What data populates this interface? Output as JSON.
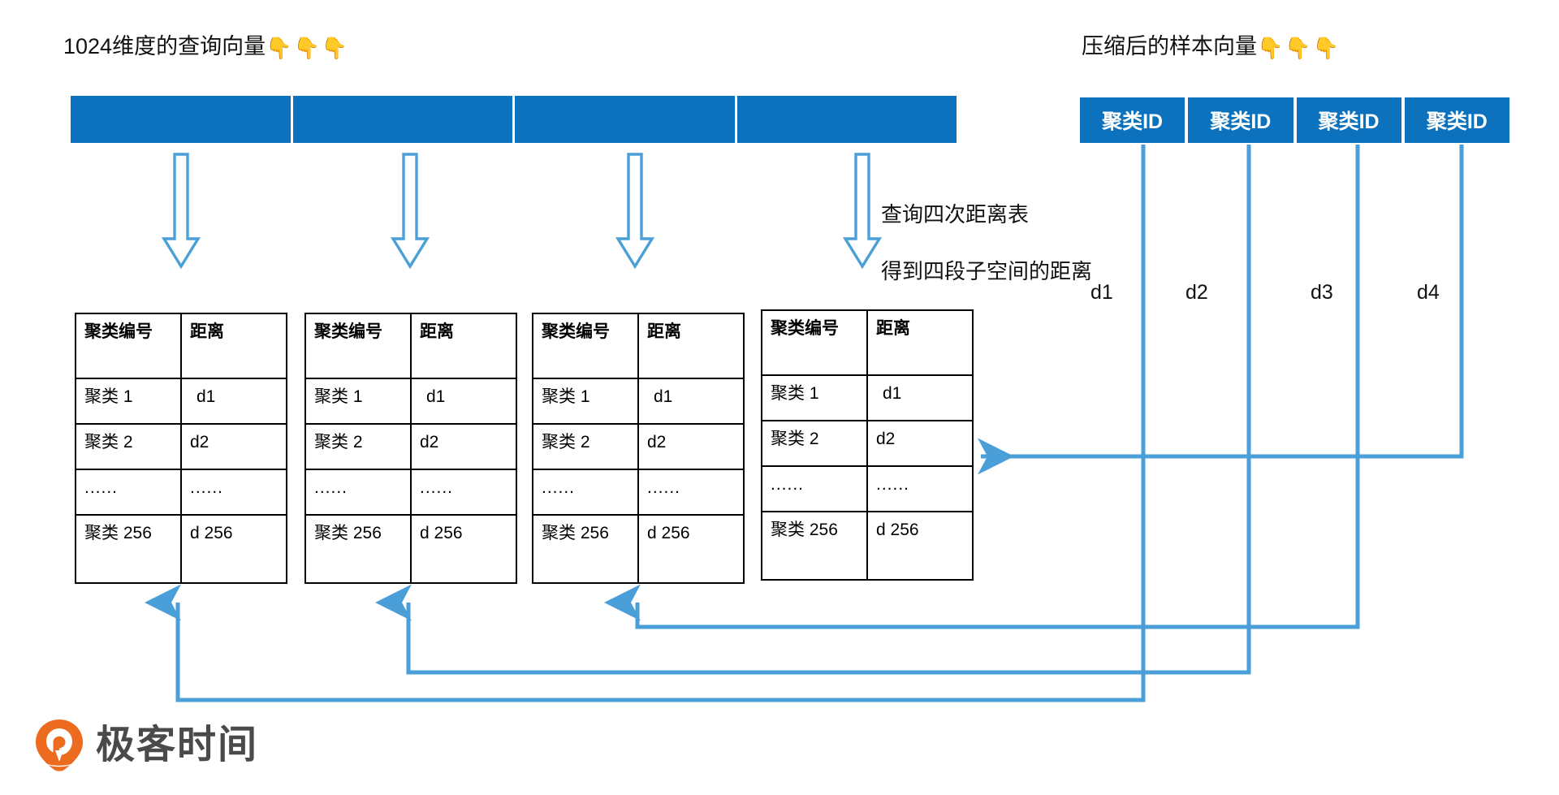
{
  "colors": {
    "fill_blue": "#0c72be",
    "line_blue": "#4a9fd8",
    "arrow_outline": "#4a9fd8",
    "table_border": "#000000",
    "logo_orange": "#ec6b1f",
    "logo_gray": "#4a4a4a",
    "background": "#ffffff"
  },
  "left_heading": {
    "text": "1024维度的查询向量",
    "emoji": "👇👇👇"
  },
  "right_heading": {
    "text": "压缩后的样本向量",
    "emoji": "👇👇👇"
  },
  "query_vector": {
    "segments": [
      "",
      "",
      "",
      ""
    ],
    "segment_count": 4
  },
  "annotation": {
    "line1": "查询四次距离表",
    "line2": "得到四段子空间的距离"
  },
  "arrows": {
    "down_arrow_name": "down-block-arrow",
    "count": 4
  },
  "distance_tables": {
    "headers": [
      "聚类编号",
      "距离"
    ],
    "tables": [
      {
        "id": "distance-table-1",
        "rows": [
          [
            "聚类 1",
            "d1"
          ],
          [
            "聚类 2",
            "d2"
          ],
          [
            "......",
            "......"
          ],
          [
            "聚类 256",
            "d 256"
          ]
        ]
      },
      {
        "id": "distance-table-2",
        "rows": [
          [
            "聚类 1",
            "d1"
          ],
          [
            "聚类 2",
            "d2"
          ],
          [
            "......",
            "......"
          ],
          [
            "聚类 256",
            "d 256"
          ]
        ]
      },
      {
        "id": "distance-table-3",
        "rows": [
          [
            "聚类 1",
            "d1"
          ],
          [
            "聚类 2",
            "d2"
          ],
          [
            "......",
            "......"
          ],
          [
            "聚类 256",
            "d 256"
          ]
        ]
      },
      {
        "id": "distance-table-4",
        "rows": [
          [
            "聚类 1",
            "d1"
          ],
          [
            "聚类 2",
            "d2"
          ],
          [
            "......",
            "......"
          ],
          [
            "聚类 256",
            "d 256"
          ]
        ]
      }
    ]
  },
  "compressed_vector": {
    "boxes": [
      "聚类ID",
      "聚类ID",
      "聚类ID",
      "聚类ID"
    ],
    "distance_labels": [
      "d1",
      "d2",
      "d3",
      "d4"
    ]
  },
  "logo": {
    "text": "极客时间"
  }
}
